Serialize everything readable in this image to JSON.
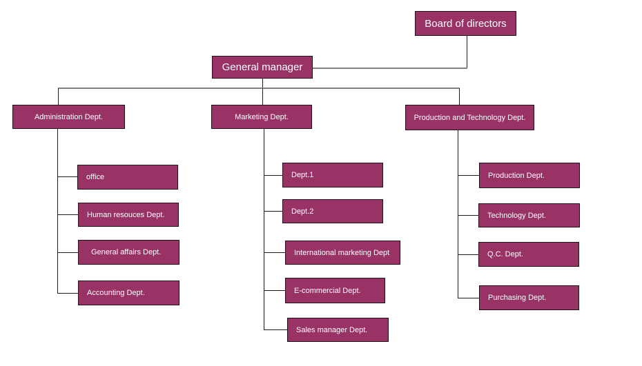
{
  "colors": {
    "node_fill": "#993366",
    "node_border": "#1a1016",
    "node_text": "#ffffff",
    "connector": "#808080",
    "connector_dark": "#1a1a1a"
  },
  "org": {
    "board": {
      "label": "Board of directors"
    },
    "general_manager": {
      "label": "General manager"
    },
    "departments": [
      {
        "label": "Administration Dept.",
        "children": [
          {
            "label": "office"
          },
          {
            "label": "Human resouces Dept."
          },
          {
            "label": "General affairs Dept."
          },
          {
            "label": "Accounting Dept."
          }
        ]
      },
      {
        "label": "Marketing Dept.",
        "children": [
          {
            "label": "Dept.1"
          },
          {
            "label": "Dept.2"
          },
          {
            "label": "International marketing Dept"
          },
          {
            "label": "E-commercial Dept."
          },
          {
            "label": "Sales manager Dept."
          }
        ]
      },
      {
        "label": "Production and Technology Dept.",
        "children": [
          {
            "label": "Production Dept."
          },
          {
            "label": "Technology Dept."
          },
          {
            "label": "Q.C. Dept."
          },
          {
            "label": "Purchasing Dept."
          }
        ]
      }
    ]
  }
}
